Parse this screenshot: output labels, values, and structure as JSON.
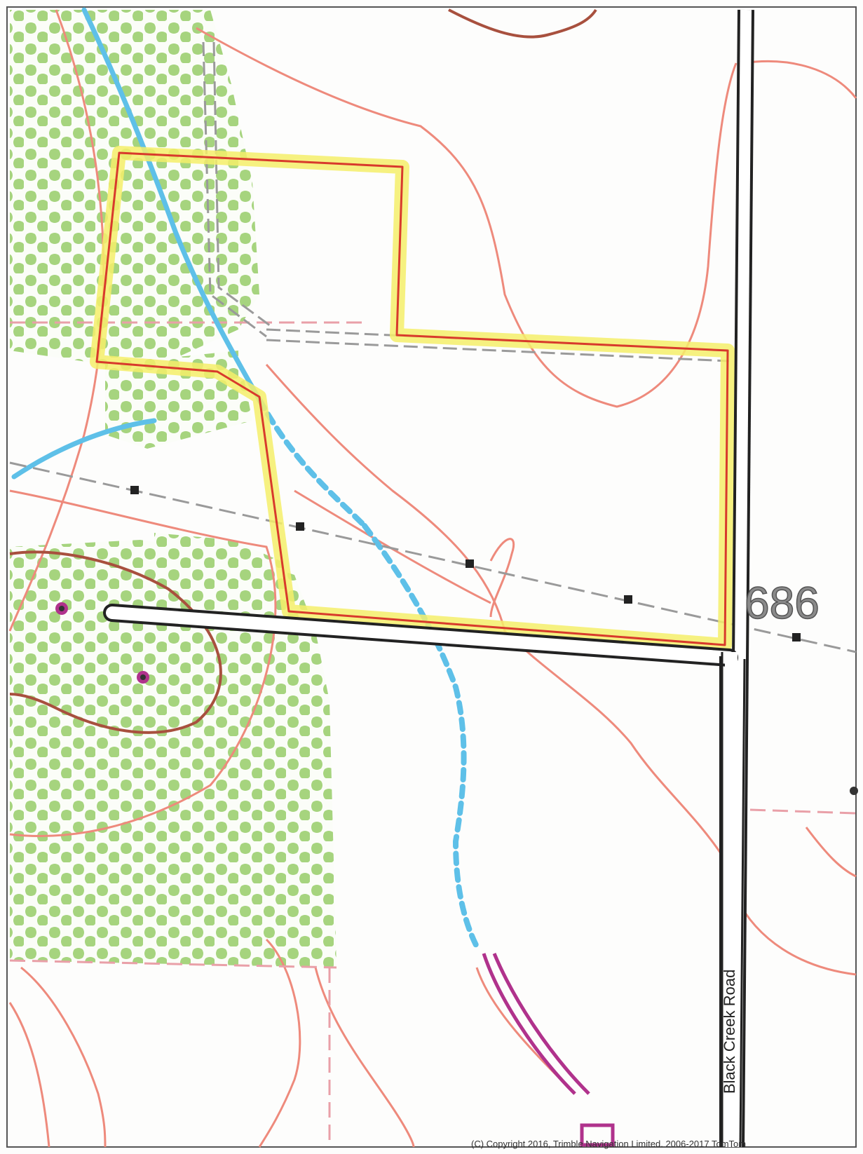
{
  "map": {
    "elevation_label": "686",
    "road_label": "Black Creek Road",
    "copyright": "(C) Copyright 2016, Trimble Navigation Limited. 2006-2017 TomTom"
  },
  "colors": {
    "vegetation": "#a6d47e",
    "contour": "#ee8a7c",
    "contour_index": "#a8503e",
    "stream": "#5ec0e8",
    "road": "#222222",
    "parcel_outline": "#d83a2c",
    "parcel_highlight": "#f4ee6a",
    "boundary_dash": "#e9a0a8",
    "wetland_magenta": "#b0328c"
  },
  "legend_icons": {
    "parcel": "parcel-boundary-icon",
    "power_line": "power-line-icon",
    "stream": "stream-icon"
  }
}
